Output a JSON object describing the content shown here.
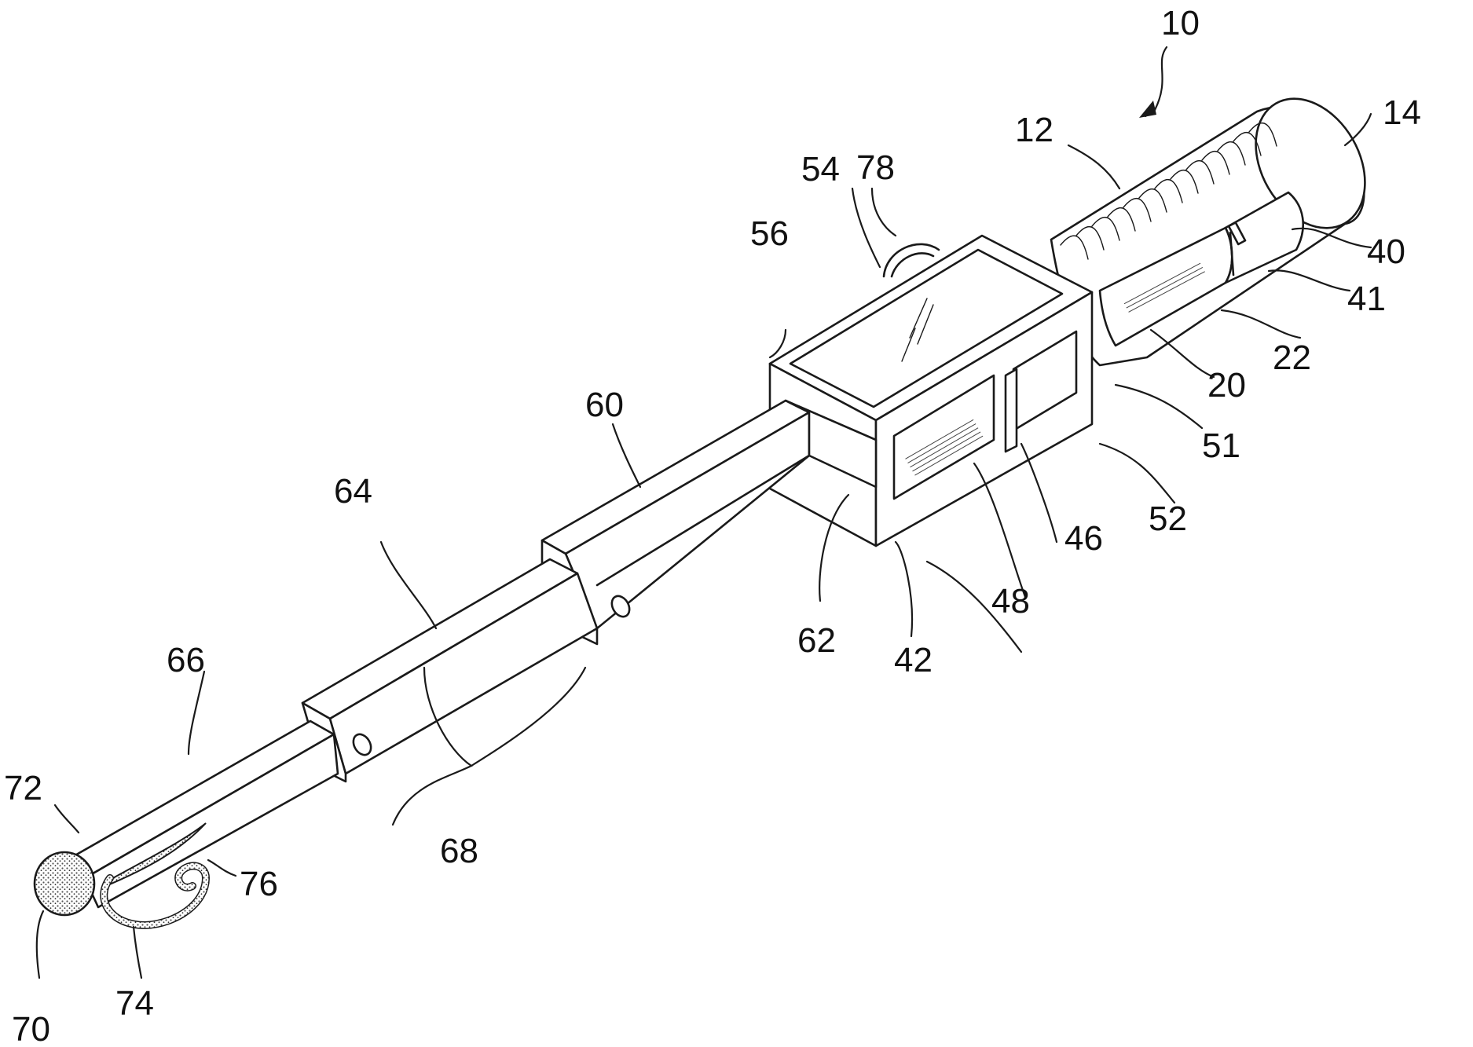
{
  "colors": {
    "line": "#1a1a1a",
    "background": "#ffffff",
    "stipple": "#555555"
  },
  "references": [
    {
      "id": "10",
      "text": "10"
    },
    {
      "id": "12",
      "text": "12"
    },
    {
      "id": "14",
      "text": "14"
    },
    {
      "id": "20",
      "text": "20"
    },
    {
      "id": "22",
      "text": "22"
    },
    {
      "id": "40",
      "text": "40"
    },
    {
      "id": "41",
      "text": "41"
    },
    {
      "id": "42",
      "text": "42"
    },
    {
      "id": "46",
      "text": "46"
    },
    {
      "id": "48",
      "text": "48"
    },
    {
      "id": "51",
      "text": "51"
    },
    {
      "id": "52",
      "text": "52"
    },
    {
      "id": "54",
      "text": "54"
    },
    {
      "id": "56",
      "text": "56"
    },
    {
      "id": "60",
      "text": "60"
    },
    {
      "id": "62",
      "text": "62"
    },
    {
      "id": "64",
      "text": "64"
    },
    {
      "id": "66",
      "text": "66"
    },
    {
      "id": "68",
      "text": "68"
    },
    {
      "id": "70",
      "text": "70"
    },
    {
      "id": "72",
      "text": "72"
    },
    {
      "id": "74",
      "text": "74"
    },
    {
      "id": "76",
      "text": "76"
    },
    {
      "id": "78",
      "text": "78"
    }
  ]
}
